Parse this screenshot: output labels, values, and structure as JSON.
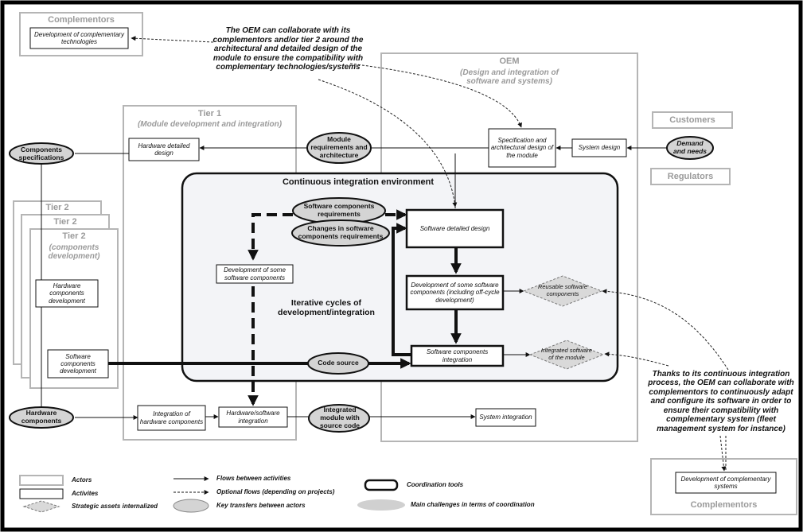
{
  "groups": {
    "complementors_top": "Complementors",
    "oem_title": "OEM",
    "oem_sub": "(Design and integration of software and systems)",
    "tier1_title": "Tier 1",
    "tier1_sub": "(Module development and integration)",
    "tier2_a": "Tier 2",
    "tier2_b": "Tier 2",
    "tier2_c": "Tier 2",
    "tier2_sub": "(components development)",
    "customers": "Customers",
    "regulators": "Regulators",
    "complementors_bottom": "Complementors",
    "cie": "Continuous integration environment"
  },
  "activities": {
    "dev_comp_tech": "Development of complementary technologies",
    "spec_arch": "Specification and architectural design of the module",
    "system_design": "System design",
    "hw_detailed": "Hardware detailed design",
    "sw_detailed": "Software detailed design",
    "dev_some_sw_tier1": "Development of some software components",
    "dev_some_sw_oem": "Development of some software components (including off-cycle development)",
    "sw_comp_integration": "Software components integration",
    "hw_comp_dev": "Hardware components development",
    "sw_comp_dev": "Software components development",
    "integ_hw": "Integration of hardware components",
    "hw_sw_integ": "Hardware/software integration",
    "system_integ": "System integration",
    "dev_comp_sys": "Development of complementary systems"
  },
  "transfers": {
    "components_spec": "Components specifications",
    "module_req": "Module requirements and architecture",
    "sw_comp_req": "Software components requirements",
    "changes_sw_req": "Changes in software components requirements",
    "code_source": "Code source",
    "hardware_components": "Hardware components",
    "integrated_module": "Integrated module with source code",
    "demand_needs": "Demand and needs"
  },
  "assets": {
    "reusable_sw": "Reusable software components",
    "integrated_sw": "Integrated software of the module"
  },
  "labels": {
    "iterative": "Iterative cycles of development/integration"
  },
  "annotations": {
    "top": "The OEM can collaborate with its complementors and/or tier 2 around the architectural and detailed design of the module to ensure the compatibility with complementary technologies/systems",
    "right": "Thanks to its continuous integration process, the OEM can collaborate with complementors to continuously adapt and configure its software in order to ensure their compatibility with complementary system (fleet management system for instance)"
  },
  "legend": {
    "actors": "Actors",
    "activities": "Activites",
    "assets": "Strategic assets internalized",
    "flows": "Flows between activities",
    "optional": "Optional flows (depending on projects)",
    "key_transfers": "Key transfers between actors",
    "coordination": "Coordination tools",
    "challenges": "Main challenges in terms of coordination"
  },
  "colors": {
    "frame": "#000000",
    "group_border": "#b5b5b5",
    "group_text": "#9a9a9a",
    "cie_fill": "#f3f4f7",
    "ellipse_fill": "#d4d4d4",
    "diamond_fill": "#d9d9d9"
  }
}
